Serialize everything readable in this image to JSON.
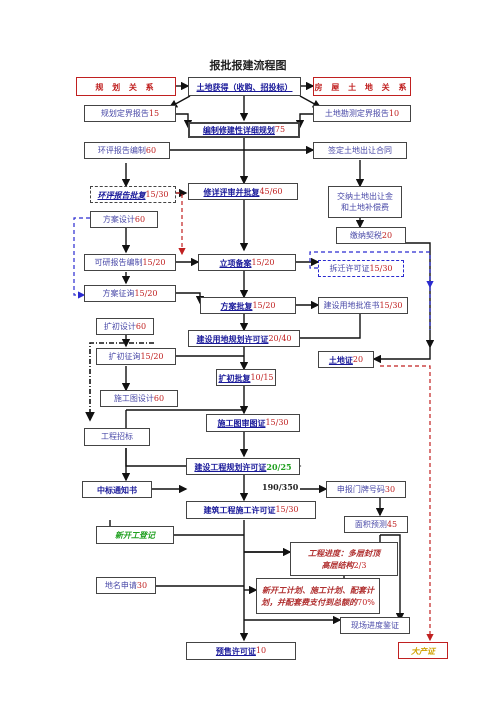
{
  "title": "报批报建流程图",
  "headers": {
    "left": "规 划 关 系",
    "center": "土地获得（收购、招投标）",
    "right": "房 屋 土 地 关 系"
  },
  "nodes": {
    "gh_bg": {
      "label": "规划定界报告",
      "num": "15"
    },
    "td_kc": {
      "label": "土地勘测定界报告",
      "num": "10"
    },
    "bz_xx": {
      "label": "编制修建性详细规划",
      "num": "75"
    },
    "hp_bz": {
      "label": "环评报告编制",
      "num": "60"
    },
    "qd_ht": {
      "label": "签定土地出让合同"
    },
    "hp_pf": {
      "label": "环评报告批复",
      "num": "15/30"
    },
    "xs_pf": {
      "label": "修详评审并批复",
      "num": "45/60"
    },
    "jn_tu": {
      "label": "交纳土地出让金",
      "label2": "和土地补偿费"
    },
    "fa_sj": {
      "label": "方案设计",
      "num": "60"
    },
    "jn_qs": {
      "label": "缴纳契税",
      "num": "20"
    },
    "ky_bz": {
      "label": "可研报告编制",
      "num": "15/20"
    },
    "lx_ba": {
      "label": "立项备案",
      "num": "15/20"
    },
    "cq_xk": {
      "label": "拆迁许可证",
      "num": "15/30"
    },
    "fa_zq": {
      "label": "方案征询",
      "num": "15/20"
    },
    "fa_pf": {
      "label": "方案批复",
      "num": "15/20"
    },
    "js_yd": {
      "label": "建设用地批准书",
      "num": "15/30"
    },
    "kc_sj": {
      "label": "扩初设计",
      "num": "60"
    },
    "jsyd_xk": {
      "label": "建设用地规划许可证",
      "num": "20/40"
    },
    "kc_zx": {
      "label": "扩初征询",
      "num": "15/20"
    },
    "td_z": {
      "label": "土地证",
      "num": "20"
    },
    "kc_pf": {
      "label": "扩初批复",
      "num": "10/15"
    },
    "sgt_sj": {
      "label": "施工图设计",
      "num": "60"
    },
    "gc_zb": {
      "label": "工程招标"
    },
    "sgt_sc": {
      "label": "施工图审图证",
      "num": "15/30"
    },
    "jsgh_xk": {
      "label": "建设工程规划许可证",
      "num": "20/25"
    },
    "zb_tz": {
      "label": "中标通知书"
    },
    "days": "190/350",
    "mp_hm": {
      "label": "申报门牌号码",
      "num": "30"
    },
    "jzsg_xk": {
      "label": "建筑工程施工许可证",
      "num": "15/30"
    },
    "mj_yc": {
      "label": "面积预测",
      "num": "45"
    },
    "xk_dj": {
      "label": "新开工登记"
    },
    "gc_jd": {
      "label": "工程进度：多层封顶",
      "label2": "高层结构",
      "num": "2/3"
    },
    "dm_sq": {
      "label": "地名申请",
      "num": "30"
    },
    "xk_jh": {
      "label": "新开工计划、施工计划、配套计",
      "label2": "划，并配套费支付到总额的",
      "num": "70%"
    },
    "xc_jd": {
      "label": "现场进度鉴证"
    },
    "ys_xk": {
      "label": "预售许可证",
      "num": "10"
    },
    "dc_z": {
      "label": "大产证"
    }
  }
}
